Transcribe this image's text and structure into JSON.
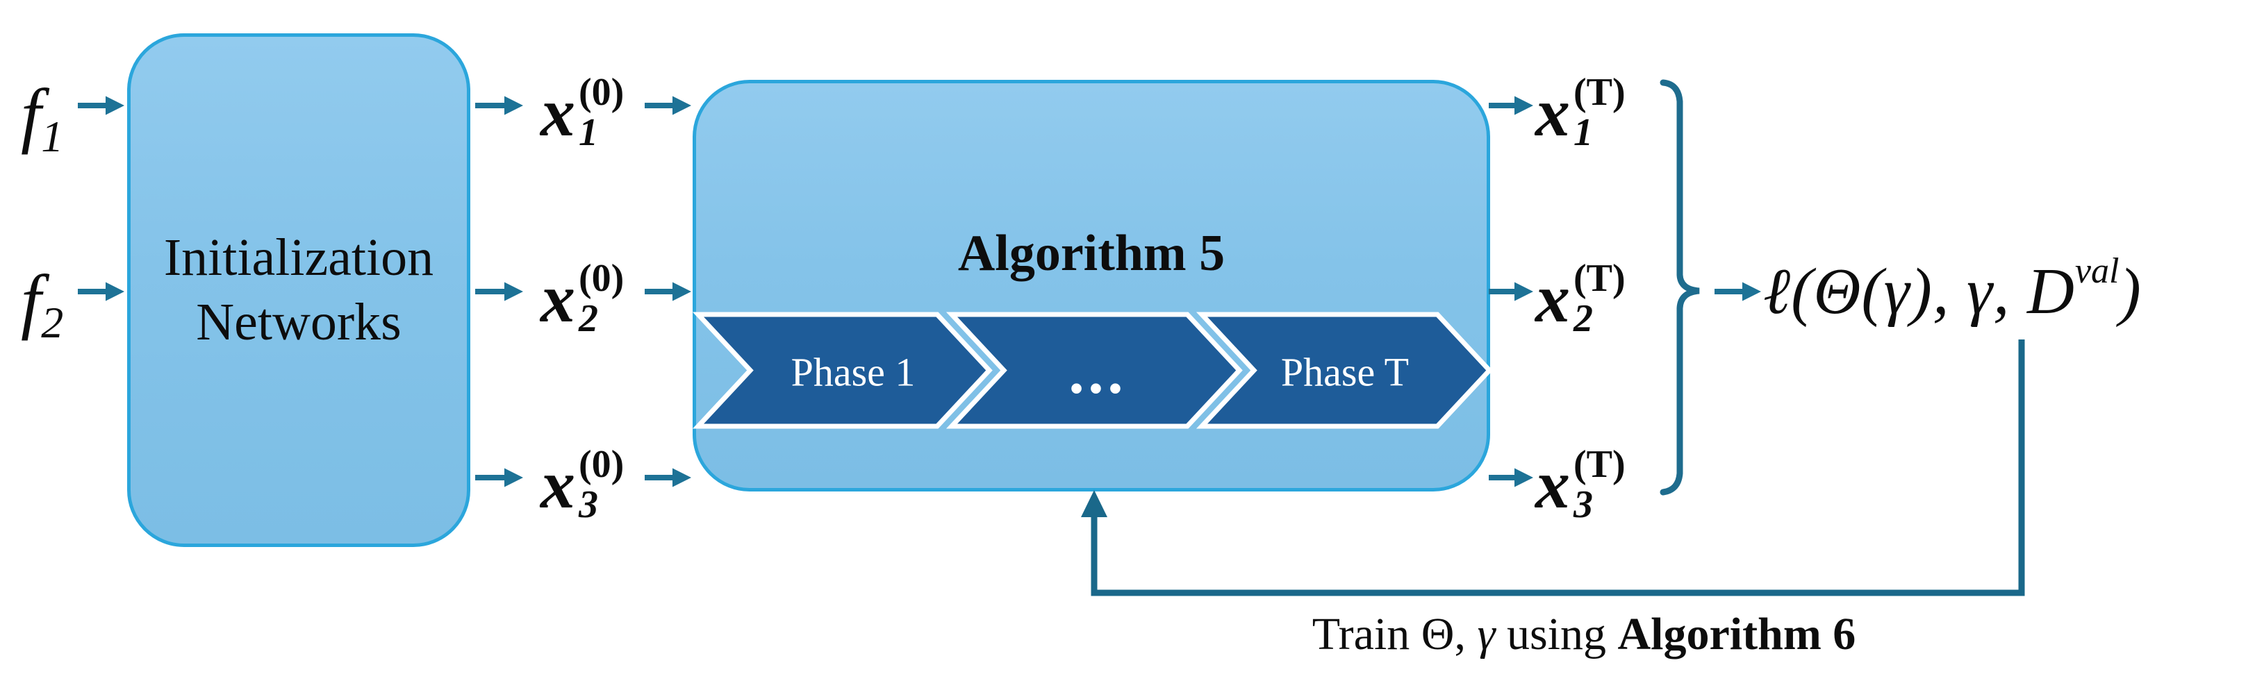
{
  "diagram": {
    "inputs": [
      {
        "base": "f",
        "sub": "1"
      },
      {
        "base": "f",
        "sub": "2"
      }
    ],
    "init_box": {
      "label": "Initialization Networks"
    },
    "init_outputs": [
      {
        "base": "x",
        "sub": "1",
        "sup": "(0)"
      },
      {
        "base": "x",
        "sub": "2",
        "sup": "(0)"
      },
      {
        "base": "x",
        "sub": "3",
        "sup": "(0)"
      }
    ],
    "algo_box": {
      "title": "Algorithm 5",
      "phases": [
        {
          "label": "Phase 1"
        },
        {
          "label": "•••"
        },
        {
          "label": "Phase T"
        }
      ]
    },
    "algo_outputs": [
      {
        "base": "x",
        "sub": "1",
        "sup": "(T)"
      },
      {
        "base": "x",
        "sub": "2",
        "sup": "(T)"
      },
      {
        "base": "x",
        "sub": "3",
        "sup": "(T)"
      }
    ],
    "loss": {
      "prefix": "ℓ(Θ(γ), γ, ",
      "dataset": "D",
      "sup": "val",
      "suffix": ")"
    },
    "feedback_label": {
      "pre": "Train Θ, ",
      "gamma": "γ",
      "mid": " using ",
      "bold": "Algorithm 6"
    },
    "colors": {
      "box_fill_top": "#92cbee",
      "box_fill_bottom": "#7cbee5",
      "box_border": "#2ba6dc",
      "chevron_fill": "#1e5c99",
      "chevron_stroke": "#ffffff",
      "arrow": "#1d7296",
      "bracket": "#1e6c8e",
      "feedback_line": "#1a688a",
      "text": "#0d0d0d"
    }
  }
}
